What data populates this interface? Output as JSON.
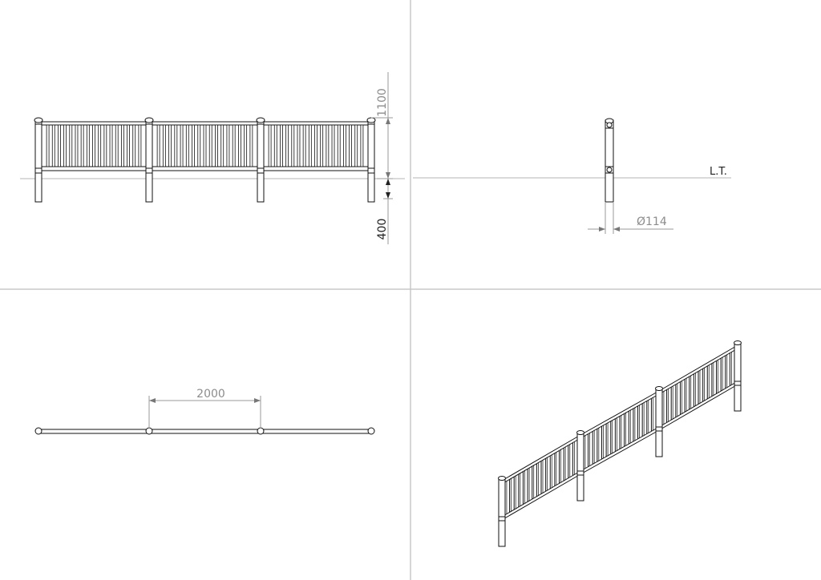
{
  "front_view": {
    "height_dimension": "1100",
    "ground_dimension": "400"
  },
  "side_view": {
    "ground_line_label": "L.T.",
    "diameter_dimension": "Ø114"
  },
  "top_view": {
    "spacing_dimension": "2000"
  },
  "colors": {
    "lines": "#111111",
    "dimensions": "#8c8c8c",
    "view_separators": "#c8c8c8",
    "background": "#ffffff"
  }
}
